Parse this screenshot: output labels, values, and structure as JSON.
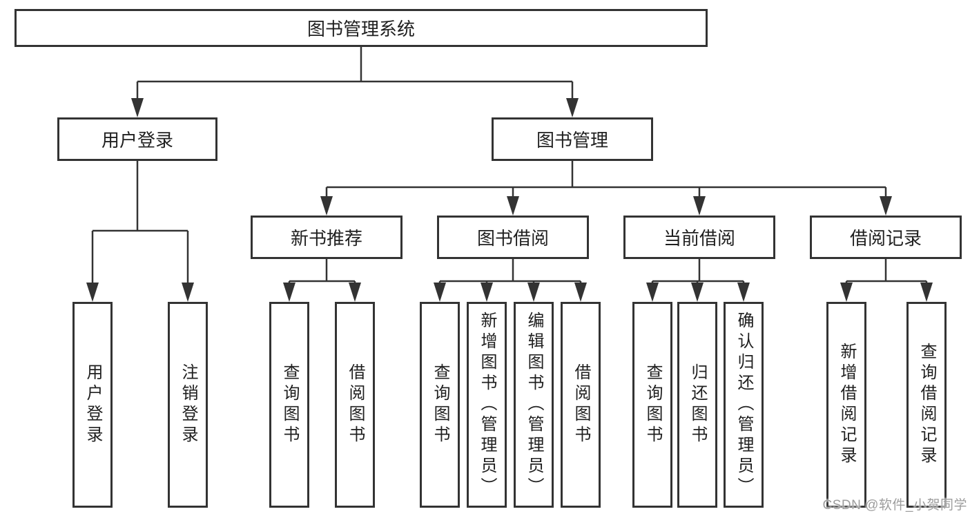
{
  "diagram": {
    "root": {
      "label": "图书管理系统"
    },
    "level2": [
      {
        "label": "用户登录"
      },
      {
        "label": "图书管理"
      }
    ],
    "level3": [
      {
        "label": "新书推荐"
      },
      {
        "label": "图书借阅"
      },
      {
        "label": "当前借阅"
      },
      {
        "label": "借阅记录"
      }
    ],
    "leaves": [
      {
        "label": "用户登录"
      },
      {
        "label": "注销登录"
      },
      {
        "label": "查询图书"
      },
      {
        "label": "借阅图书"
      },
      {
        "label": "查询图书"
      },
      {
        "label": "新增图书（管理员）"
      },
      {
        "label": "编辑图书（管理员）"
      },
      {
        "label": "借阅图书"
      },
      {
        "label": "查询图书"
      },
      {
        "label": "归还图书"
      },
      {
        "label": "确认归还（管理员）"
      },
      {
        "label": "新增借阅记录"
      },
      {
        "label": "查询借阅记录"
      }
    ],
    "watermark": "CSDN @软件_小贺同学",
    "colors": {
      "line": "#333333",
      "text": "#1f1f1f",
      "watermark": "#9d9d9d",
      "background": "#ffffff"
    }
  }
}
